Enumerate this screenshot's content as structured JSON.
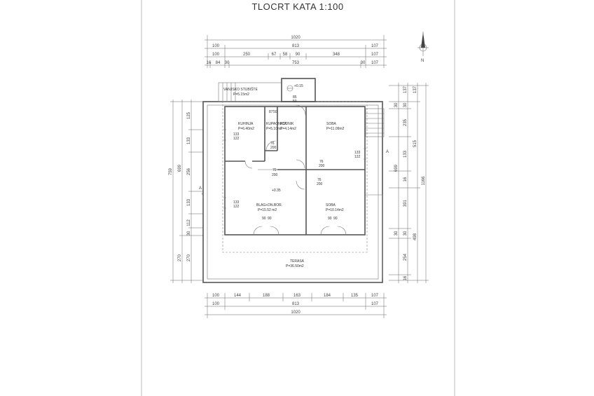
{
  "title": "TLOCRT KATA 1:100",
  "north": {
    "label": "N"
  },
  "section_marks": {
    "left": "A",
    "right": "A"
  },
  "dims_top": {
    "row1": [
      "1020"
    ],
    "row2": [
      "100",
      "813",
      "107"
    ],
    "row3": [
      "100",
      "250",
      "67",
      "58",
      "90",
      "348",
      "107"
    ],
    "row4": [
      "16",
      "84",
      "30",
      "753",
      "30",
      "107"
    ]
  },
  "dims_bottom": {
    "row1": [
      "100",
      "144",
      "188",
      "163",
      "184",
      "135",
      "107"
    ],
    "row2": [
      "100",
      "813",
      "107"
    ],
    "row3": [
      "1020"
    ]
  },
  "dims_left": {
    "outer": [
      "759"
    ],
    "mid": [
      "699",
      "270"
    ],
    "inner": [
      "125",
      "133",
      "256",
      "133",
      "112",
      "30",
      "270"
    ]
  },
  "dims_right": {
    "inner": [
      "137",
      "30",
      "235",
      "133",
      "16",
      "391",
      "30",
      "254",
      "16"
    ],
    "mid": [
      "137",
      "515",
      "498"
    ],
    "outer": [
      "1166"
    ],
    "wall": [
      "30",
      "699",
      "30"
    ]
  },
  "rooms": [
    {
      "name": "VANJSKO STUBIŠTE",
      "area": "P=5.15m2"
    },
    {
      "name": "KUHINJA",
      "area": "P=6.40m2"
    },
    {
      "name": "KUPAONICA",
      "area": "P=5.10m2"
    },
    {
      "name": "HODNIK",
      "area": "P=4.14m2"
    },
    {
      "name": "SOBA",
      "area": "P=11.09m2"
    },
    {
      "name": "BLAG+DN.BOR.",
      "area": "P=15.52 m2"
    },
    {
      "name": "SOBA",
      "area": "P=10.14m2"
    },
    {
      "name": "TERASA",
      "area": "P=36.50m2"
    }
  ],
  "openings": {
    "kitchen_win": [
      "133",
      "122"
    ],
    "living_win": [
      "133",
      "122"
    ],
    "bedroom1_win": [
      "133",
      "122"
    ],
    "bath_door": [
      "76",
      "200"
    ],
    "hall_door1": [
      "76",
      "200"
    ],
    "hall_door2": [
      "76",
      "200"
    ],
    "kitchen_door": [
      "70",
      "200"
    ],
    "door_small1": [
      "87",
      "50"
    ],
    "door_small2": [
      "85",
      "50"
    ],
    "terrace_doors": [
      "90",
      "90"
    ],
    "terrace_doors2": [
      "90",
      "90"
    ]
  },
  "levels": {
    "stair_level": "+0.15",
    "inside_level": "+0.35"
  }
}
